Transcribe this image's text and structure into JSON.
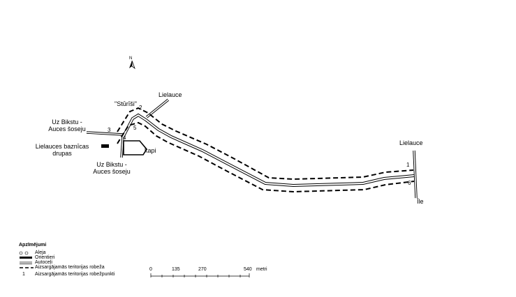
{
  "map": {
    "north_label": "N",
    "places": {
      "lielauce_top": "Lielauce",
      "sturisi": "\"Stūrīši\"",
      "uz_bikstu_1": "Uz Bikstu -",
      "auces_soseju_1": "Auces šoseju",
      "church_1": "Lielauces baznīcas",
      "church_2": "drupas",
      "uz_bikstu_2": "Uz Bikstu -",
      "auces_soseju_2": "Auces šoseju",
      "kapi": "kapi",
      "lielauce_right": "Lielauce",
      "ile": "Īle"
    },
    "points": [
      "1",
      "2",
      "3",
      "4",
      "5",
      "6"
    ]
  },
  "legend": {
    "title": "Apzīmējumi",
    "items": [
      {
        "symbol": "alley-icon",
        "label": "Aleja"
      },
      {
        "symbol": "landmark-icon",
        "label": "Orientieri"
      },
      {
        "symbol": "road-icon",
        "label": "Autoceļi"
      },
      {
        "symbol": "boundary-icon",
        "label": "Aizsargājamās teritorijas robeža"
      },
      {
        "symbol": "1",
        "label": "Aizsargājamās teritorijas robežpunkti"
      }
    ]
  },
  "scale": {
    "ticks": [
      "0",
      "135",
      "270",
      "540"
    ],
    "unit": "metri"
  }
}
